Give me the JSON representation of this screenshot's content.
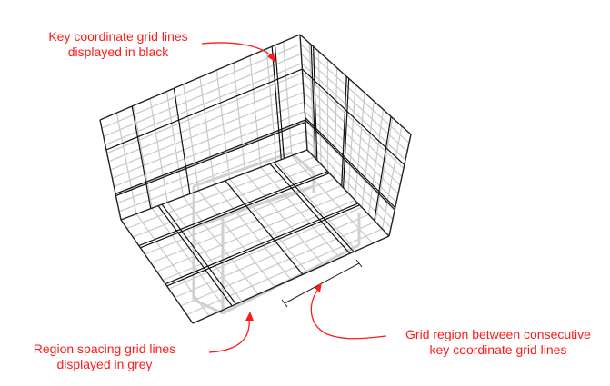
{
  "annotations": {
    "key_lines": {
      "line1": "Key coordinate grid lines",
      "line2": "displayed in black"
    },
    "region_spacing": {
      "line1": "Region spacing grid lines",
      "line2": "displayed in grey"
    },
    "grid_region": {
      "line1": "Grid region between consecutive",
      "line2": "key coordinate grid lines"
    }
  },
  "colors": {
    "annotation": "#ff1a1a",
    "key_line": "#111111",
    "grey_line": "#c8c8c8",
    "ghost": "#d0d0d0"
  }
}
